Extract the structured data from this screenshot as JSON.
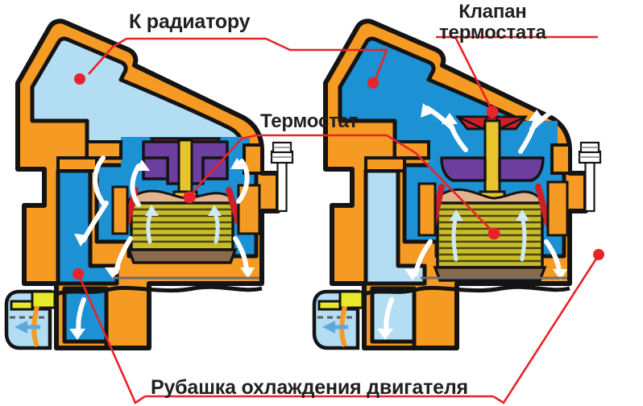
{
  "diagram": {
    "title_labels": {
      "radiator": "К радиатору",
      "valve_line1": "Клапан",
      "valve_line2": "термостата",
      "thermostat": "Термостат",
      "jacket": "Рубашка охлаждения двигателя"
    },
    "panels": [
      {
        "id": "left",
        "state_name": "thermostat-closed",
        "upper_pipe_coolant": "cold",
        "jacket_coolant": "hot",
        "valve_position": "closed"
      },
      {
        "id": "right",
        "state_name": "thermostat-open",
        "upper_pipe_coolant": "hot",
        "jacket_coolant": "hot",
        "valve_position": "open"
      }
    ],
    "colors": {
      "housing_orange": "#f59a22",
      "coolant_hot_blue": "#1c91d4",
      "coolant_cold_blue": "#b3ddf2",
      "outline_black": "#141414",
      "leader_red": "#e8232a",
      "valve_red": "#cc1f27",
      "bellows_yellow": "#c8bc2a",
      "wax_element_purple": "#6c3f9e",
      "stem_gold": "#e8c42c",
      "arrow_white": "#ffffff",
      "gasket_yellow": "#e8e82a",
      "label_text": "#231f20",
      "bolt_white": "#ffffff",
      "seat_brown": "#8a6a4a"
    },
    "flow_arrows": {
      "bypass_flow": "white-curved-arrow",
      "radiator_flow": "white-curved-arrow",
      "pump_inlet_flow": "blue-arrow"
    },
    "leaders": [
      {
        "name": "leader-radiator-left",
        "target": "left-upper-pipe"
      },
      {
        "name": "leader-radiator-right",
        "target": "right-upper-pipe"
      },
      {
        "name": "leader-valve",
        "target": "right-valve-disc"
      },
      {
        "name": "leader-thermostat-left",
        "target": "left-thermostat-body"
      },
      {
        "name": "leader-thermostat-right",
        "target": "right-thermostat-body"
      },
      {
        "name": "leader-jacket-left",
        "target": "left-jacket-cavity"
      },
      {
        "name": "leader-jacket-right",
        "target": "right-jacket-cavity"
      }
    ]
  }
}
